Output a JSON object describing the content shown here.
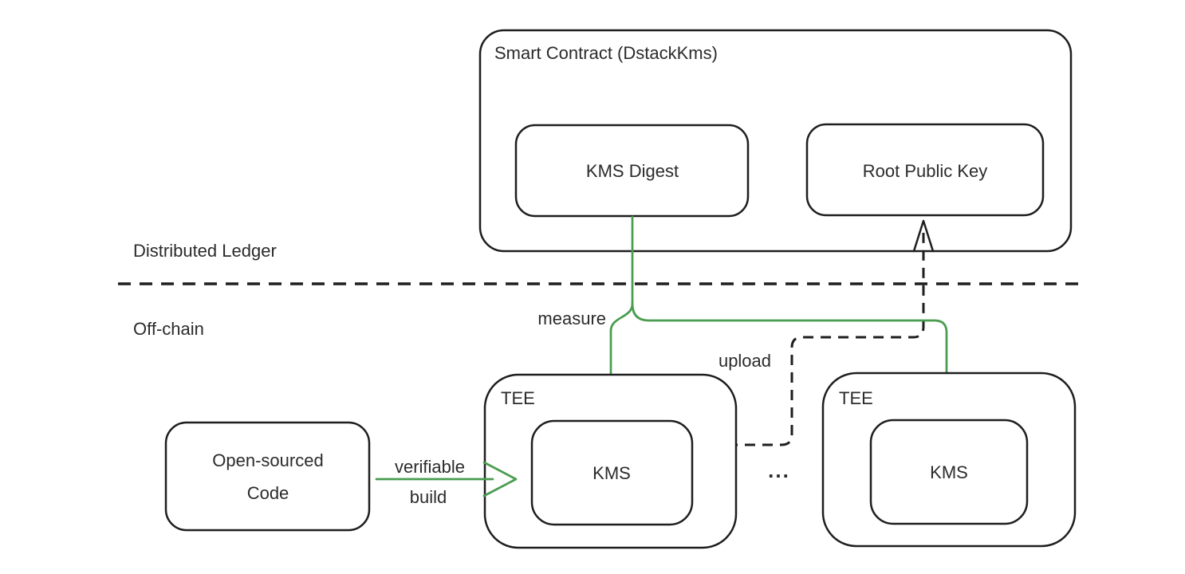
{
  "colors": {
    "line": "#1e1e1e",
    "accent_green": "#4a9c50",
    "text": "#2b2b2b",
    "background": "#ffffff"
  },
  "layers": {
    "above_label": "Distributed Ledger",
    "below_label": "Off-chain"
  },
  "smart_contract": {
    "title": "Smart Contract (DstackKms)",
    "kms_digest_label": "KMS Digest",
    "root_public_key_label": "Root Public Key"
  },
  "tee_left": {
    "label": "TEE",
    "kms_label": "KMS"
  },
  "tee_right": {
    "label": "TEE",
    "kms_label": "KMS"
  },
  "open_sourced_code": {
    "line1": "Open-sourced",
    "line2": "Code"
  },
  "arrows": {
    "measure_label": "measure",
    "upload_label": "upload",
    "verifiable_build_line1": "verifiable",
    "verifiable_build_line2": "build"
  },
  "ellipsis": "..."
}
